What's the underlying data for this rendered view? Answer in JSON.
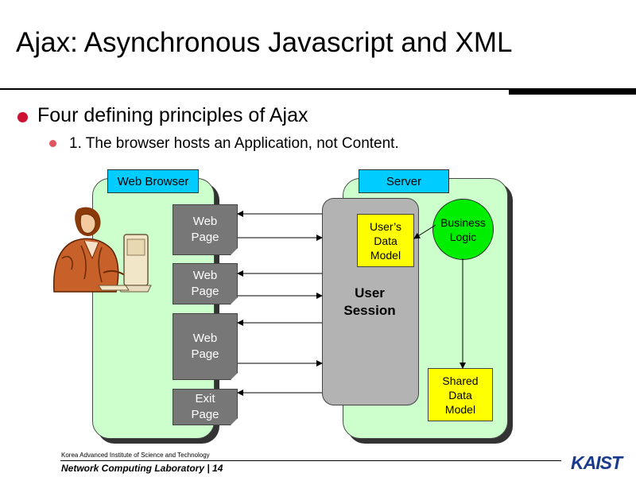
{
  "slide": {
    "title": "Ajax: Asynchronous Javascript and XML",
    "bullet1": "Four defining principles of Ajax",
    "bullet2": "1. The browser hosts an Application, not Content."
  },
  "diagram": {
    "browser_label": "Web Browser",
    "server_label": "Server",
    "pages": [
      {
        "line1": "Web",
        "line2": "Page"
      },
      {
        "line1": "Web",
        "line2": "Page"
      },
      {
        "line1": "Web",
        "line2": "Page"
      },
      {
        "line1": "Exit",
        "line2": "Page"
      }
    ],
    "session": {
      "line1": "User",
      "line2": "Session"
    },
    "data_model": {
      "line1": "User’s",
      "line2": "Data",
      "line3": "Model"
    },
    "business_logic": {
      "line1": "Business",
      "line2": "Logic"
    },
    "shared_model": {
      "line1": "Shared",
      "line2": "Data",
      "line3": "Model"
    }
  },
  "footer": {
    "institution": "Korea Advanced Institute of Science and Technology",
    "lab": "Network Computing Laboratory  |  14",
    "logo": "KAIST"
  },
  "colors": {
    "panel_fill": "#ccffcc",
    "label_fill": "#00ccff",
    "page_fill": "#777777",
    "session_fill": "#b3b3b3",
    "model_fill": "#ffff00",
    "logic_fill": "#00ee00",
    "bullet": "#cc1133",
    "logo": "#1a3a8c"
  }
}
